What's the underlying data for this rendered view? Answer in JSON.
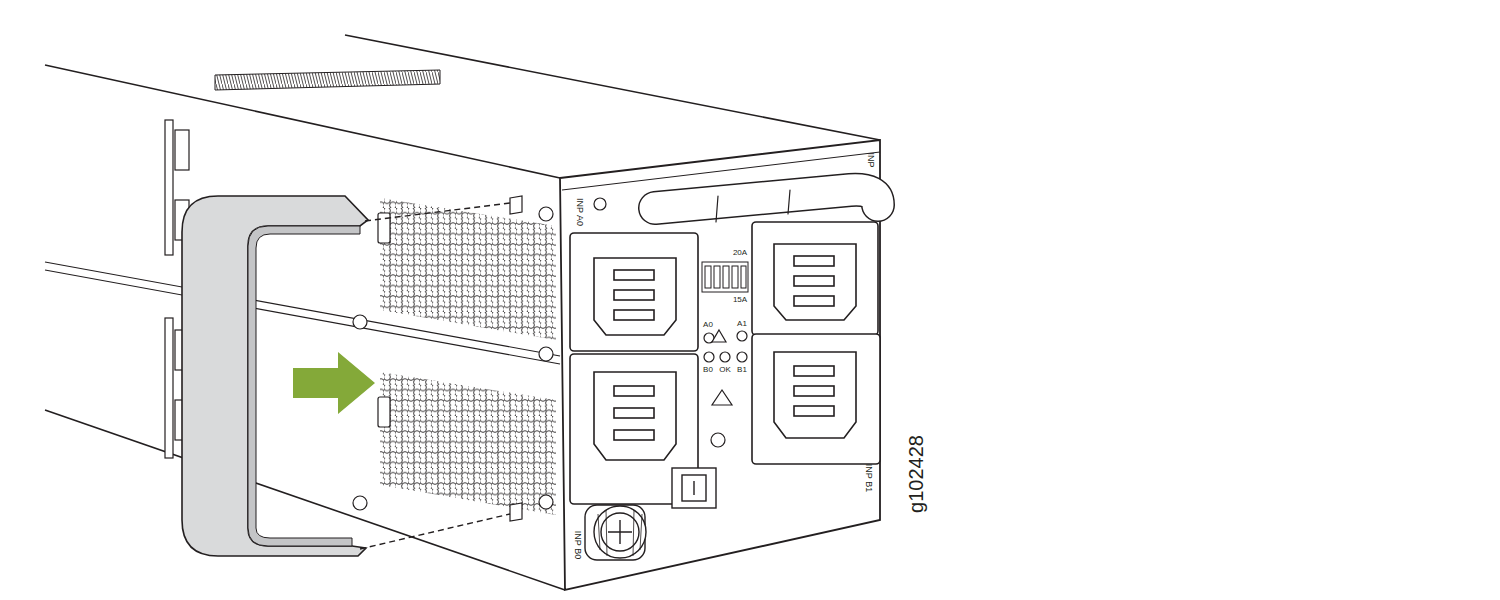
{
  "diagram": {
    "labels": [
      "INP A0",
      "INP",
      "A0",
      "A1",
      "B0",
      "OK",
      "B1",
      "20A",
      "15A",
      "INP B1",
      "INP B0",
      "g102428"
    ]
  }
}
